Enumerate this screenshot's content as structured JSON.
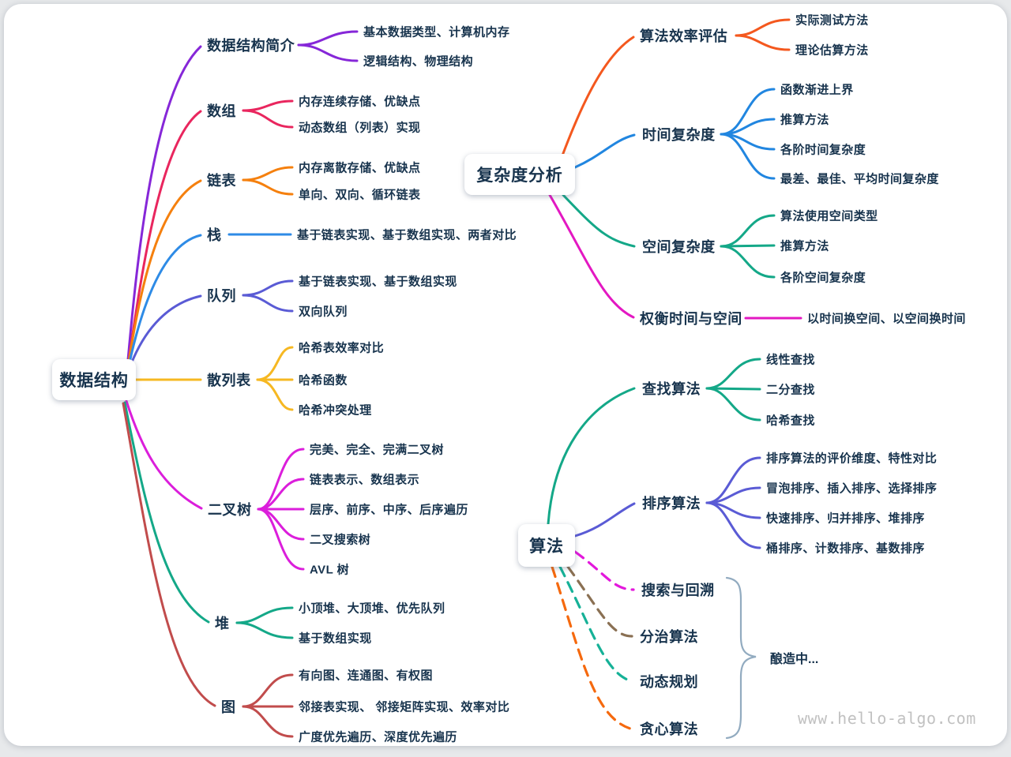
{
  "page": {
    "watermark": "www.hello-algo.com",
    "brewing": "酿造中..."
  },
  "colors": {
    "purple": "#8627d8",
    "crimson": "#e9265e",
    "orange1": "#f5800e",
    "blue1": "#2e8be6",
    "indigo": "#5a5bd5",
    "amber": "#f6b822",
    "magenta1": "#db1edb",
    "teal1": "#14a888",
    "brick": "#c14c4c",
    "orange2": "#f4581e",
    "blue2": "#2186e0",
    "teal2": "#14a888",
    "pink": "#e318c2",
    "teal3": "#14a888",
    "violet": "#5a5bd5",
    "dash_magenta": "#e318dc",
    "dash_brown": "#8a7053",
    "dash_teal": "#16b197",
    "dash_orange": "#f5690e",
    "brace": "#92abc0",
    "text": "#17334d"
  },
  "ds": {
    "root": "数据结构",
    "children": [
      {
        "label": "数据结构简介",
        "leaves": [
          "基本数据类型、计算机内存",
          "逻辑结构、物理结构"
        ]
      },
      {
        "label": "数组",
        "leaves": [
          "内存连续存储、优缺点",
          "动态数组（列表）实现"
        ]
      },
      {
        "label": "链表",
        "leaves": [
          "内存离散存储、优缺点",
          "单向、双向、循环链表"
        ]
      },
      {
        "label": "栈",
        "leaves": [
          "基于链表实现、基于数组实现、两者对比"
        ]
      },
      {
        "label": "队列",
        "leaves": [
          "基于链表实现、基于数组实现",
          "双向队列"
        ]
      },
      {
        "label": "散列表",
        "leaves": [
          "哈希表效率对比",
          "哈希函数",
          "哈希冲突处理"
        ]
      },
      {
        "label": "二叉树",
        "leaves": [
          "完美、完全、完满二叉树",
          "链表表示、数组表示",
          "层序、前序、中序、后序遍历",
          "二叉搜索树",
          "AVL 树"
        ]
      },
      {
        "label": "堆",
        "leaves": [
          "小顶堆、大顶堆、优先队列",
          "基于数组实现"
        ]
      },
      {
        "label": "图",
        "leaves": [
          "有向图、连通图、有权图",
          "邻接表实现、 邻接矩阵实现、效率对比",
          "广度优先遍历、深度优先遍历"
        ]
      }
    ]
  },
  "cx": {
    "root": "复杂度分析",
    "children": [
      {
        "label": "算法效率评估",
        "leaves": [
          "实际测试方法",
          "理论估算方法"
        ]
      },
      {
        "label": "时间复杂度",
        "leaves": [
          "函数渐进上界",
          "推算方法",
          "各阶时间复杂度",
          "最差、最佳、平均时间复杂度"
        ]
      },
      {
        "label": "空间复杂度",
        "leaves": [
          "算法使用空间类型",
          "推算方法",
          "各阶空间复杂度"
        ]
      },
      {
        "label": "权衡时间与空间",
        "leaves": [
          "以时间换空间、以空间换时间"
        ]
      }
    ]
  },
  "algo": {
    "root": "算法",
    "children": [
      {
        "label": "查找算法",
        "leaves": [
          "线性查找",
          "二分查找",
          "哈希查找"
        ]
      },
      {
        "label": "排序算法",
        "leaves": [
          "排序算法的评价维度、特性对比",
          "冒泡排序、插入排序、选择排序",
          "快速排序、归并排序、堆排序",
          "桶排序、计数排序、基数排序"
        ]
      },
      {
        "label": "搜索与回溯",
        "leaves": []
      },
      {
        "label": "分治算法",
        "leaves": []
      },
      {
        "label": "动态规划",
        "leaves": []
      },
      {
        "label": "贪心算法",
        "leaves": []
      }
    ]
  }
}
